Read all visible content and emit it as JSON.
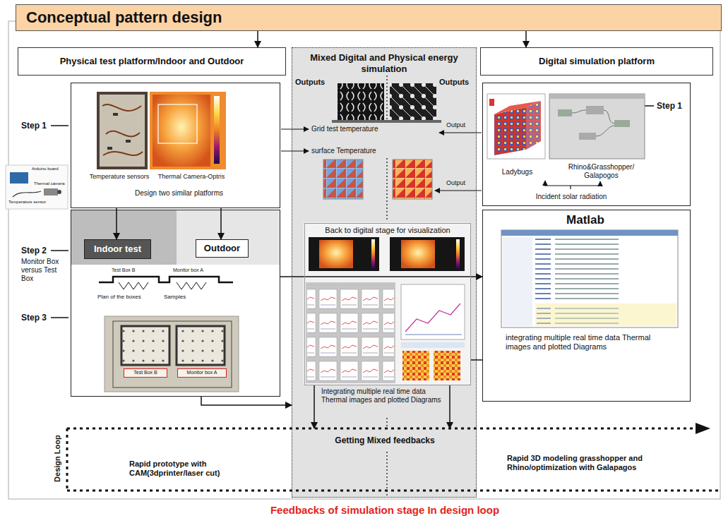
{
  "diagram": {
    "caption": "Feedbacks of simulation stage In design loop",
    "nodes": [
      {
        "text": [
          "Conceptual pattern design"
        ]
      },
      {
        "text": [
          "Physical test platform/Indoor and Outdoor"
        ]
      },
      {
        "text": [
          "Mixed Digital and Physical energy simulation"
        ]
      },
      {
        "text": [
          "Digital simulation platform"
        ]
      },
      {
        "text": [
          "Temperature sensors",
          "Thermal Camera-Optris",
          "Design two similar platforms"
        ]
      },
      {
        "text": []
      },
      {
        "text": [
          "Indoor test"
        ],
        "in": 5
      },
      {
        "text": [
          "Outdoor"
        ],
        "in": 5
      },
      {
        "text": [
          "Test Box B"
        ],
        "in": 5
      },
      {
        "text": [
          "Monitor box A"
        ],
        "in": 5
      },
      {
        "text": [
          "Back to digital stage for visualization"
        ],
        "in": 2
      },
      {
        "text": [
          "Ladybugs",
          "Rhino&Grasshopper/ Galapogos",
          "Incident solar radiation"
        ]
      },
      {
        "text": [
          "Matlab",
          "integrating multiple real time data Thermal images and plotted Diagrams"
        ]
      },
      {
        "text": [
          "Design Loop",
          "Rapid prototype with CAM(3dprinter/laser cut)",
          "Getting Mixed feedbacks",
          "Rapid 3D modeling grasshopper and Rhino/optimization with Galapagos"
        ]
      }
    ],
    "edges": [
      {
        "from": 0,
        "to": 1,
        "arrow": "to"
      },
      {
        "from": 0,
        "to": 3,
        "arrow": "to"
      },
      {
        "from": 4,
        "to": 6,
        "arrow": "to"
      },
      {
        "from": 4,
        "to": 7,
        "arrow": "to"
      },
      {
        "from": 5,
        "to": 12,
        "arrow": "to"
      },
      {
        "from": 5,
        "to": 2,
        "arrow": "to"
      },
      {
        "from": 10,
        "to": 12,
        "arrow": "none"
      },
      {
        "from": 10,
        "to": 13,
        "arrow": "to"
      },
      {
        "from": 10,
        "to": 13,
        "arrow": "to"
      }
    ],
    "labels": [
      "Outputs",
      "Outputs",
      "Grid test temperature",
      "surface Temperature",
      "Output",
      "Output",
      "Step 1",
      "Step 2",
      "Monitor Box versus Test Box",
      "Step 3",
      "Step 1",
      "Arduino board",
      "Thermal camera",
      "Temperature sensor",
      "Test Box B",
      "Monitor box A",
      "Plan of the boxes",
      "Samples",
      "Integrating multiple real time data Thermal images and plotted Diagrams"
    ]
  }
}
